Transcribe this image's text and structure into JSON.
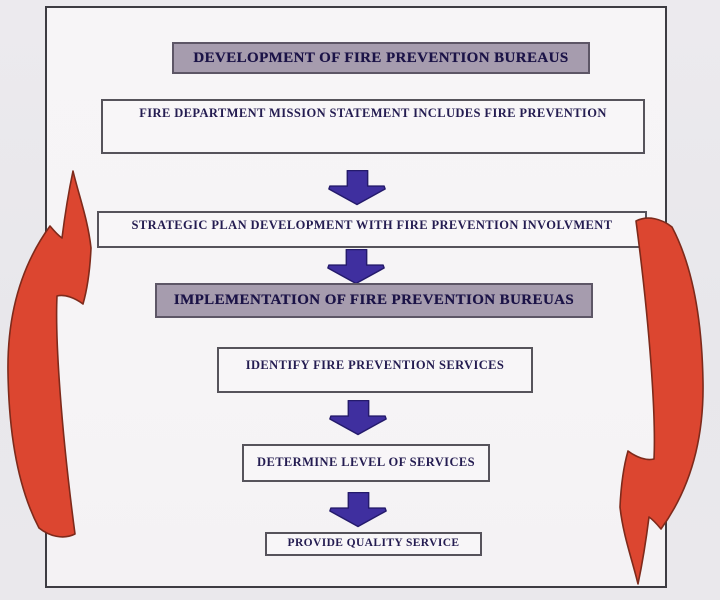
{
  "colors": {
    "page_background": "#e9e8ec",
    "canvas_background": "#f6f4f6",
    "frame_border": "#3d3c42",
    "phase_header_fill": "#a69cae",
    "phase_header_border": "#5d5666",
    "process_box_fill": "#f8f6f8",
    "process_box_border": "#56535b",
    "text": "#241c51",
    "flow_arrow": "#3f2f9f",
    "flow_arrow_outline": "#241a6b",
    "cycle_arrow": "#dc4630",
    "cycle_arrow_outline": "#7e2a1b"
  },
  "flowchart": {
    "phase1_header": "DEVELOPMENT OF FIRE PREVENTION BUREAUS",
    "step1": "FIRE DEPARTMENT MISSION STATEMENT INCLUDES FIRE PREVENTION",
    "step2": "STRATEGIC PLAN DEVELOPMENT WITH FIRE PREVENTION INVOLVMENT",
    "phase2_header": "IMPLEMENTATION OF FIRE PREVENTION BUREUAS",
    "step3": "IDENTIFY FIRE PREVENTION SERVICES",
    "step4": "DETERMINE LEVEL OF SERVICES",
    "step5": "PROVIDE QUALITY SERVICE",
    "flow_icon": "down-arrow-icon",
    "left_cycle_icon": "curved-up-arrow-icon",
    "right_cycle_icon": "curved-down-arrow-icon"
  }
}
